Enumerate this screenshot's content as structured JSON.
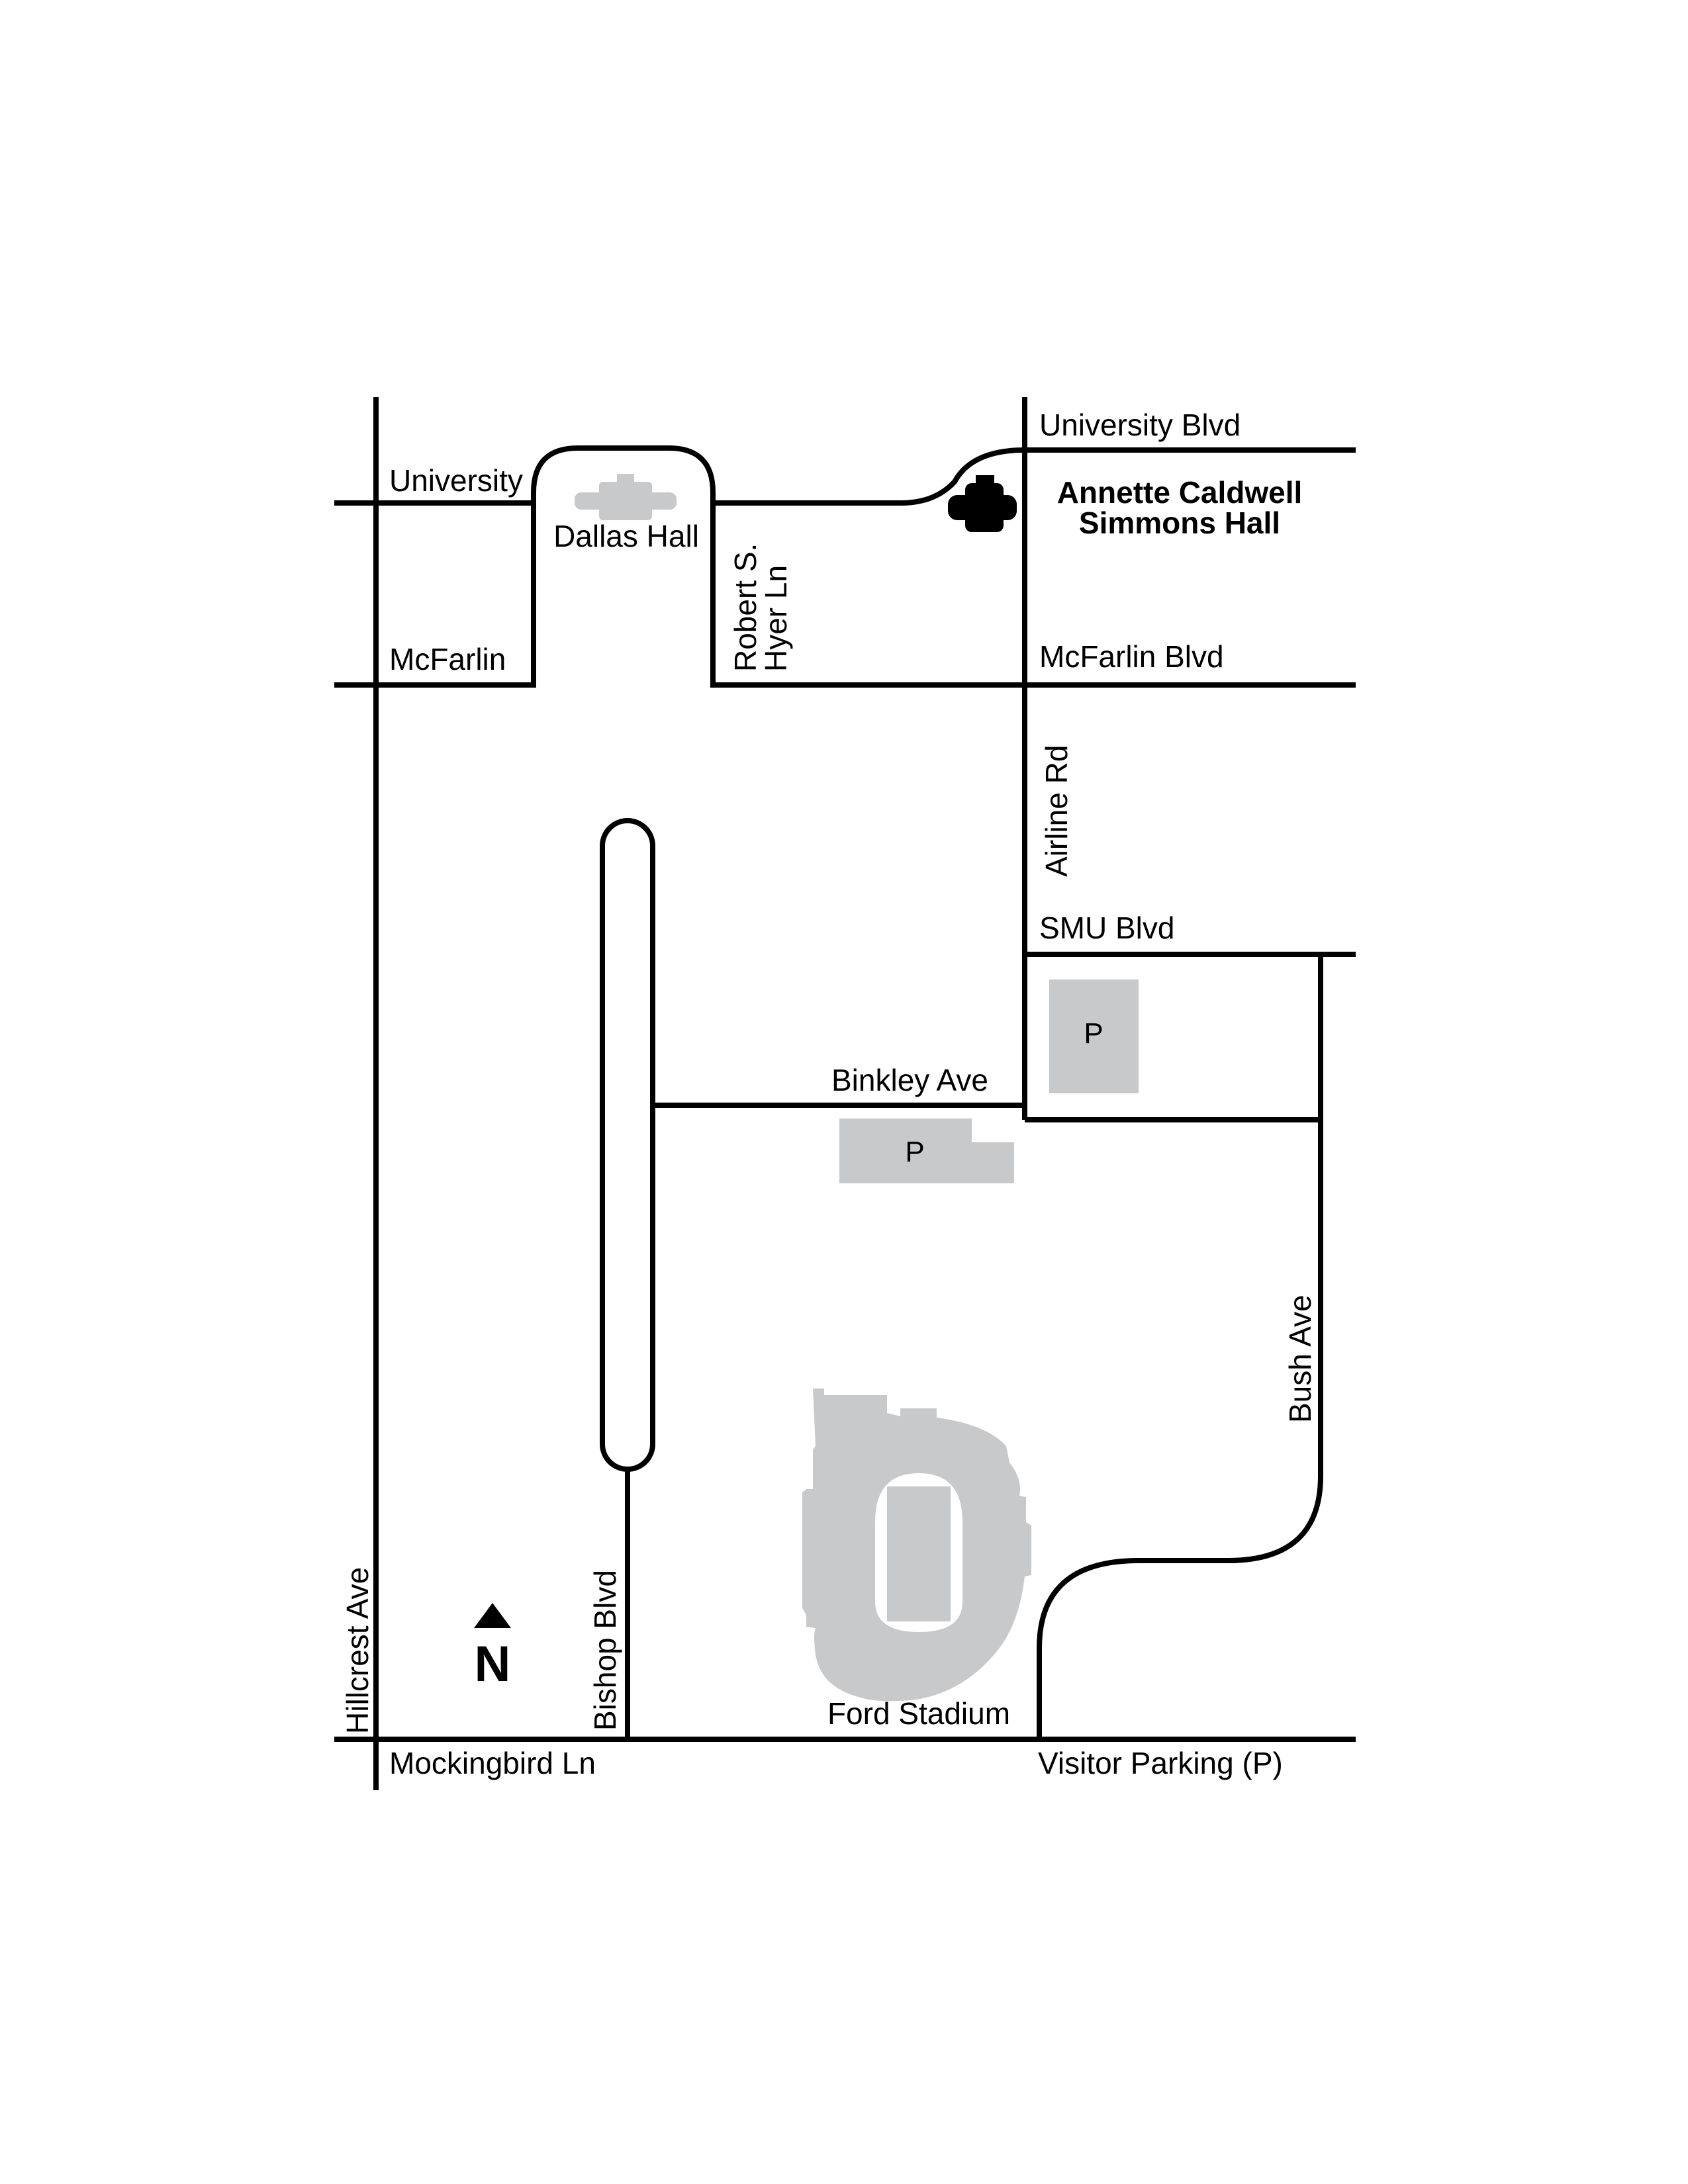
{
  "map": {
    "streets": {
      "university_west": "University",
      "university_blvd": "University Blvd",
      "mcfarlin_west": "McFarlin",
      "mcfarlin_blvd": "McFarlin Blvd",
      "robert_hyer_line1": "Robert S.",
      "robert_hyer_line2": "Hyer Ln",
      "airline_rd": "Airline Rd",
      "smu_blvd": "SMU Blvd",
      "binkley_ave": "Binkley Ave",
      "bush_ave": "Bush Ave",
      "hillcrest_ave": "Hillcrest Ave",
      "bishop_blvd": "Bishop Blvd",
      "mockingbird_ln": "Mockingbird Ln"
    },
    "landmarks": {
      "dallas_hall": "Dallas Hall",
      "simmons_hall_line1": "Annette Caldwell",
      "simmons_hall_line2": "Simmons Hall",
      "ford_stadium": "Ford Stadium",
      "visitor_parking": "Visitor Parking (P)"
    },
    "parking": {
      "east_lot": "P",
      "binkley_lot": "P"
    },
    "compass": "N",
    "colors": {
      "road": "#000000",
      "building": "#c8c9cb",
      "highlight": "#000000"
    }
  }
}
